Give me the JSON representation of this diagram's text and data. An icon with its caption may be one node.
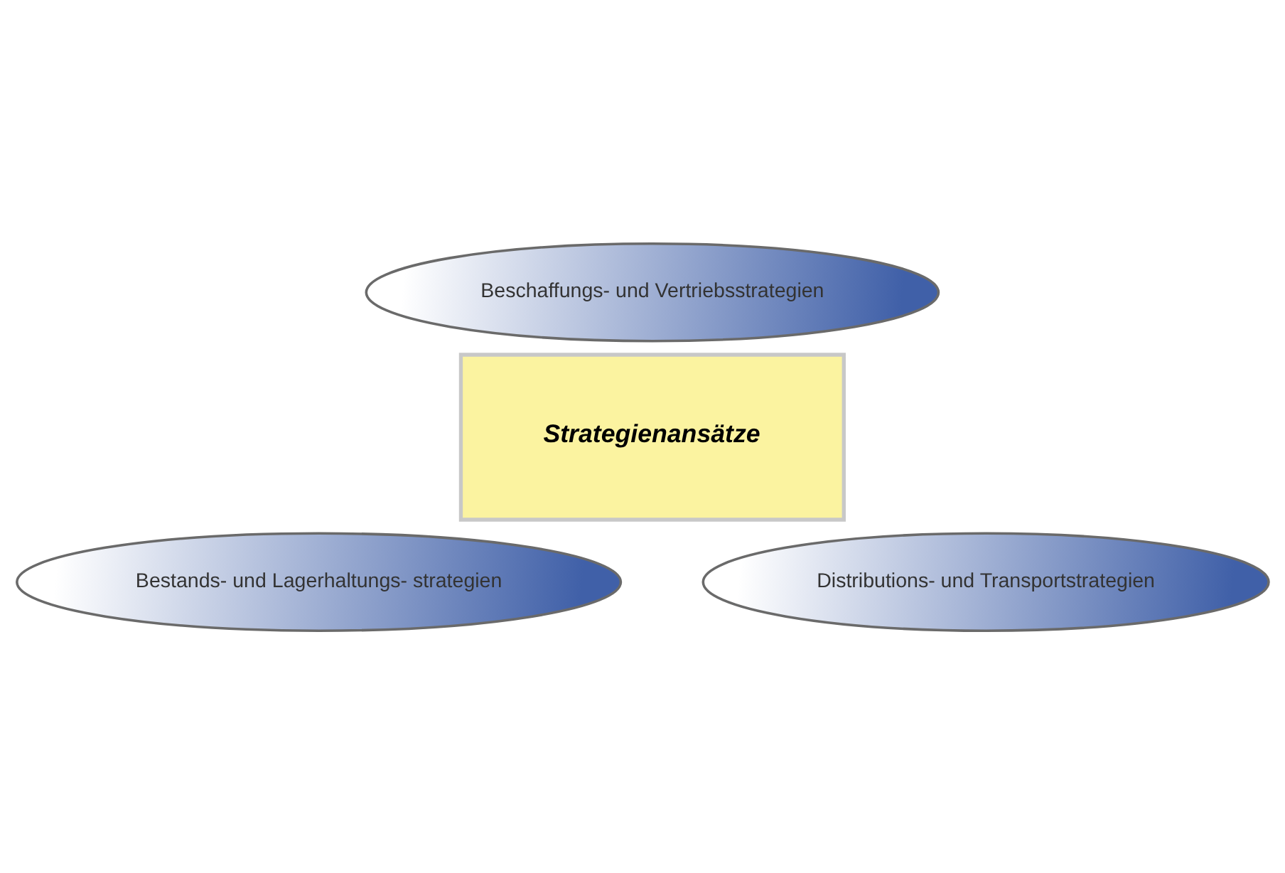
{
  "diagram": {
    "nodes": [
      {
        "text": [
          "Beschaffungs- und Vertriebsstrategien"
        ]
      },
      {
        "text": [
          "Strategienansätze"
        ]
      },
      {
        "text": [
          "Bestands- und Lagerhaltungs- strategien"
        ]
      },
      {
        "text": [
          "Distributions- und Transportstrategien"
        ]
      }
    ],
    "edges": []
  }
}
